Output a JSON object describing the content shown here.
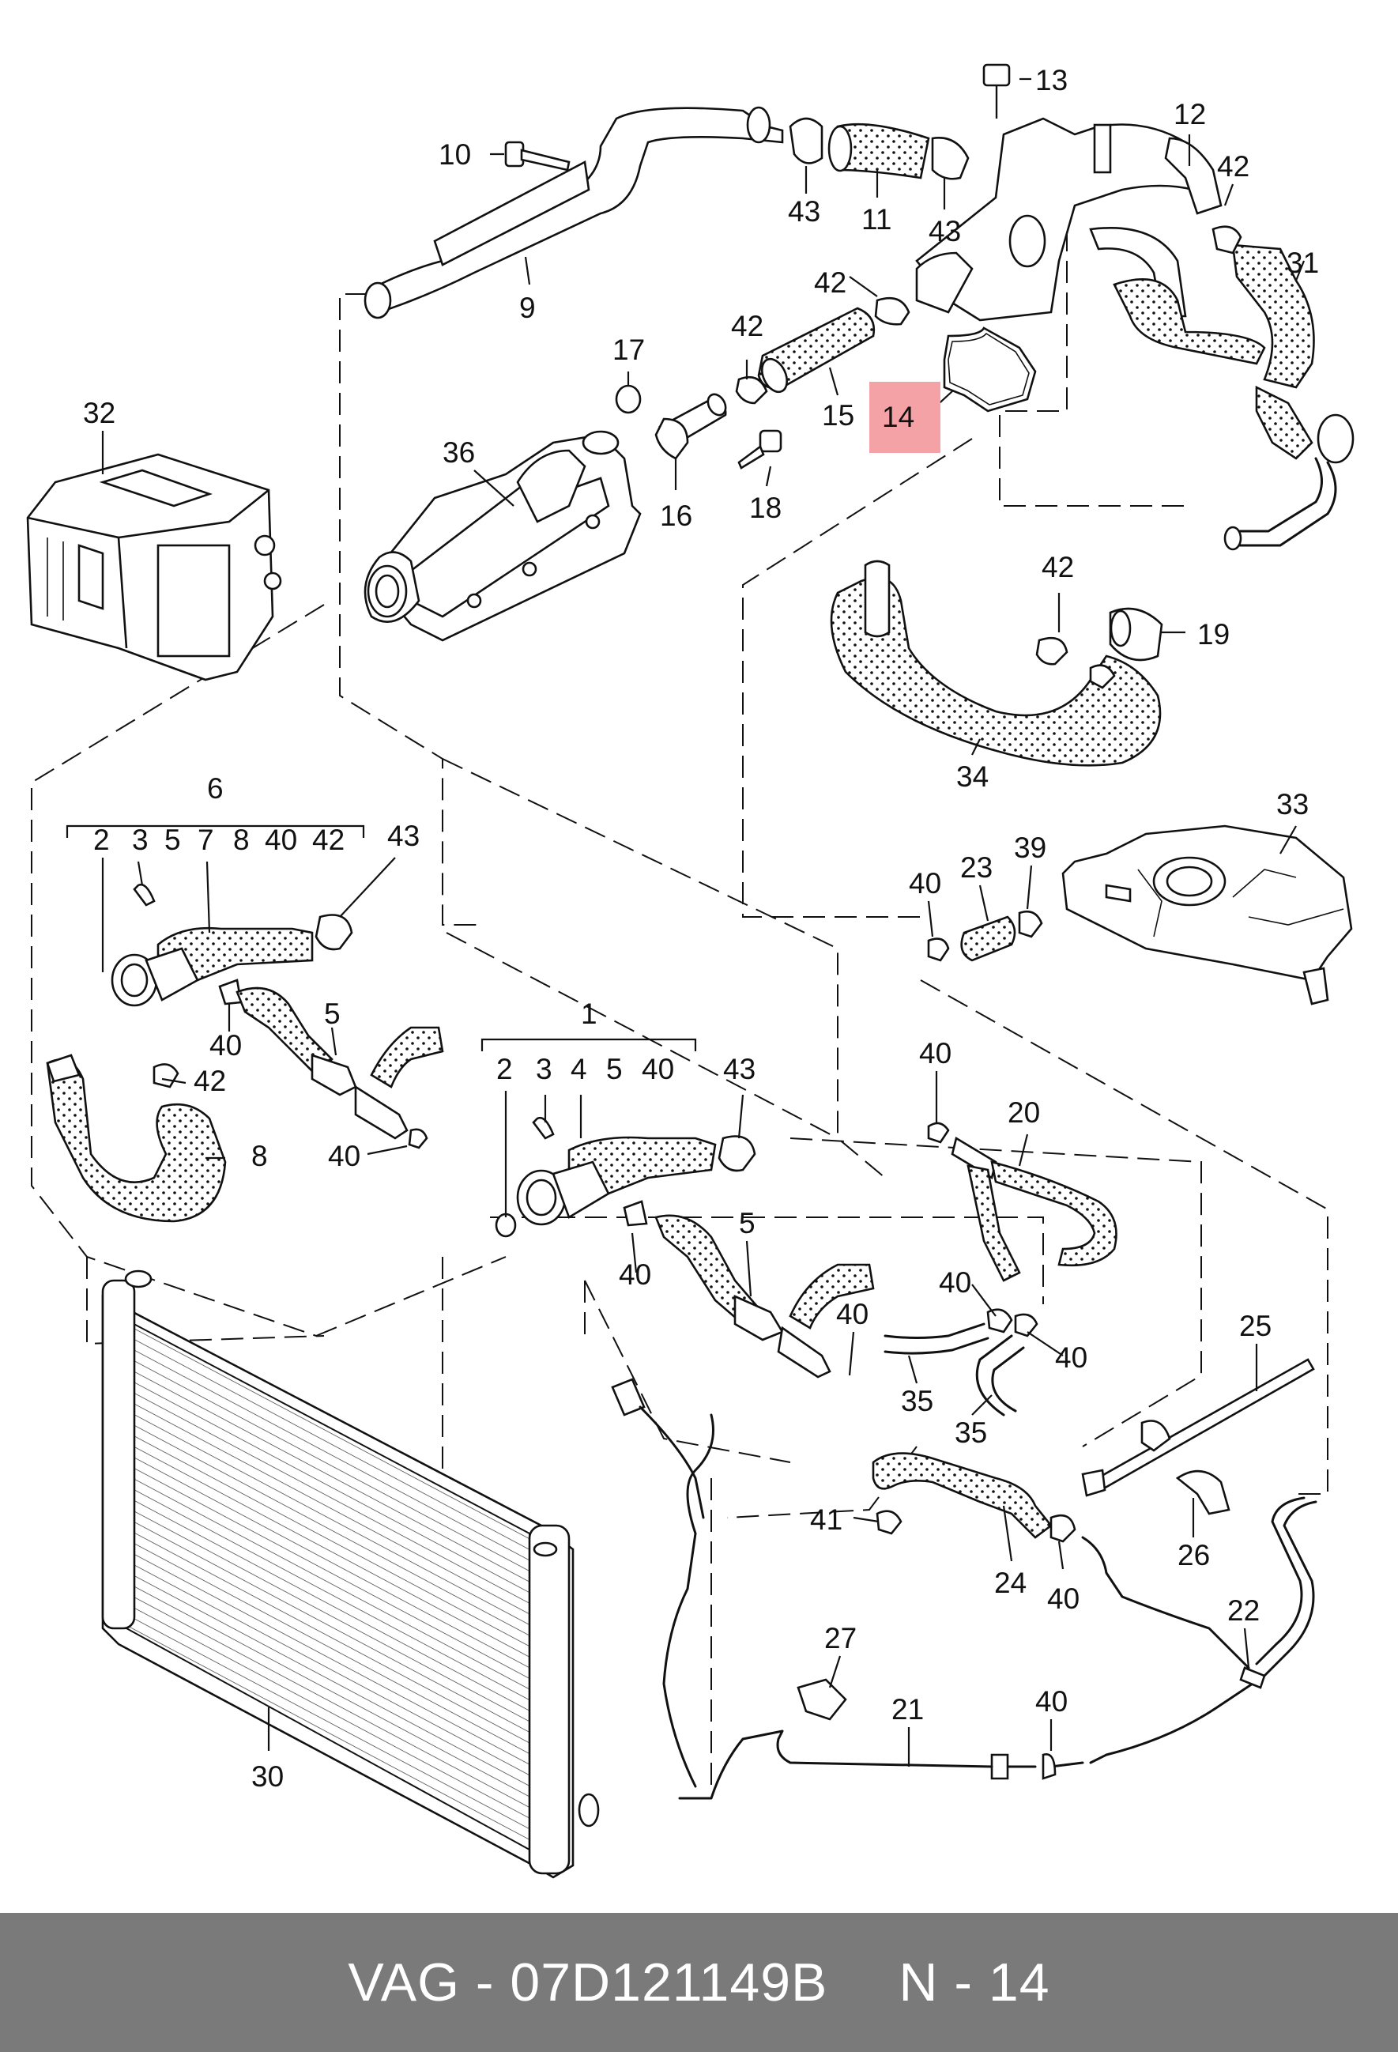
{
  "diagram": {
    "highlight_color": "#f4a2a5",
    "callouts": [
      {
        "id": "c13",
        "text": "13"
      },
      {
        "id": "c10",
        "text": "10"
      },
      {
        "id": "c12",
        "text": "12"
      },
      {
        "id": "c42a",
        "text": "42"
      },
      {
        "id": "c43a",
        "text": "43"
      },
      {
        "id": "c11",
        "text": "11"
      },
      {
        "id": "c43b",
        "text": "43"
      },
      {
        "id": "c9",
        "text": "9"
      },
      {
        "id": "c31",
        "text": "31"
      },
      {
        "id": "c42b",
        "text": "42"
      },
      {
        "id": "c17",
        "text": "17"
      },
      {
        "id": "c42c",
        "text": "42"
      },
      {
        "id": "c32",
        "text": "32"
      },
      {
        "id": "c15",
        "text": "15"
      },
      {
        "id": "c14",
        "text": "14"
      },
      {
        "id": "c36",
        "text": "36"
      },
      {
        "id": "c16",
        "text": "16"
      },
      {
        "id": "c18",
        "text": "18"
      },
      {
        "id": "c42d",
        "text": "42"
      },
      {
        "id": "c19",
        "text": "19"
      },
      {
        "id": "c34",
        "text": "34"
      },
      {
        "id": "c6",
        "text": "6"
      },
      {
        "id": "c2a",
        "text": "2"
      },
      {
        "id": "c3a",
        "text": "3"
      },
      {
        "id": "c5a",
        "text": "5"
      },
      {
        "id": "c7",
        "text": "7"
      },
      {
        "id": "c8a",
        "text": "8"
      },
      {
        "id": "c40a",
        "text": "40"
      },
      {
        "id": "c42e",
        "text": "42"
      },
      {
        "id": "c43c",
        "text": "43"
      },
      {
        "id": "c33",
        "text": "33"
      },
      {
        "id": "c40b",
        "text": "40"
      },
      {
        "id": "c23",
        "text": "23"
      },
      {
        "id": "c39",
        "text": "39"
      },
      {
        "id": "c40c",
        "text": "40"
      },
      {
        "id": "c42f",
        "text": "42"
      },
      {
        "id": "c5b",
        "text": "5"
      },
      {
        "id": "c8b",
        "text": "8"
      },
      {
        "id": "c1",
        "text": "1"
      },
      {
        "id": "c2b",
        "text": "2"
      },
      {
        "id": "c3b",
        "text": "3"
      },
      {
        "id": "c4",
        "text": "4"
      },
      {
        "id": "c5c",
        "text": "5"
      },
      {
        "id": "c40d",
        "text": "40"
      },
      {
        "id": "c43d",
        "text": "43"
      },
      {
        "id": "c40e",
        "text": "40"
      },
      {
        "id": "c20",
        "text": "20"
      },
      {
        "id": "c40f",
        "text": "40"
      },
      {
        "id": "c5d",
        "text": "5"
      },
      {
        "id": "c40g",
        "text": "40"
      },
      {
        "id": "c40h",
        "text": "40"
      },
      {
        "id": "c40i",
        "text": "40"
      },
      {
        "id": "c40j",
        "text": "40"
      },
      {
        "id": "c35a",
        "text": "35"
      },
      {
        "id": "c35b",
        "text": "35"
      },
      {
        "id": "c25",
        "text": "25"
      },
      {
        "id": "c41",
        "text": "41"
      },
      {
        "id": "c24",
        "text": "24"
      },
      {
        "id": "c40k",
        "text": "40"
      },
      {
        "id": "c26",
        "text": "26"
      },
      {
        "id": "c27",
        "text": "27"
      },
      {
        "id": "c21",
        "text": "21"
      },
      {
        "id": "c40l",
        "text": "40"
      },
      {
        "id": "c22",
        "text": "22"
      },
      {
        "id": "c30",
        "text": "30"
      }
    ]
  },
  "footer": {
    "part_number": "VAG - 07D121149B",
    "position": "N - 14"
  }
}
